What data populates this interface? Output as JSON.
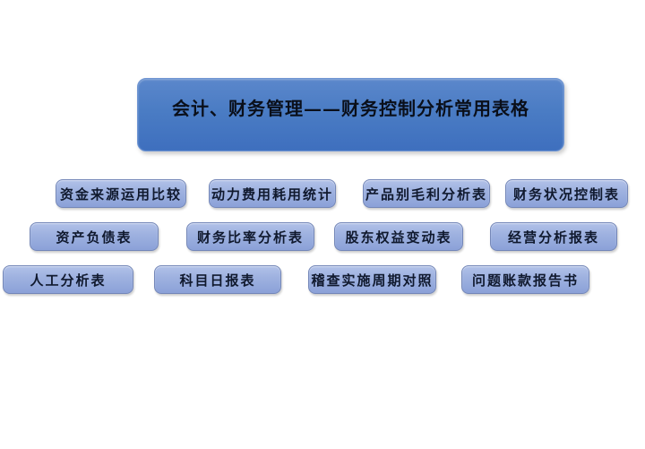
{
  "title": {
    "text": "会计、财务管理——财务控制分析常用表格"
  },
  "colors": {
    "title_fill": "#4a7cc4",
    "node_fill": "#9fb2e0",
    "node_border": "#7487b8",
    "text": "#10192e",
    "shadow": "#737373",
    "background": "#ffffff"
  },
  "rows": [
    {
      "items": [
        {
          "label": "资金来源运用比较"
        },
        {
          "label": "动力费用耗用统计"
        },
        {
          "label": "产品别毛利分析表"
        },
        {
          "label": "财务状况控制表"
        }
      ]
    },
    {
      "items": [
        {
          "label": "资产负债表"
        },
        {
          "label": "财务比率分析表"
        },
        {
          "label": "股东权益变动表"
        },
        {
          "label": "经营分析报表"
        }
      ]
    },
    {
      "items": [
        {
          "label": "人工分析表"
        },
        {
          "label": "科目日报表"
        },
        {
          "label": "稽查实施周期对照"
        },
        {
          "label": "问题账款报告书"
        }
      ]
    }
  ]
}
